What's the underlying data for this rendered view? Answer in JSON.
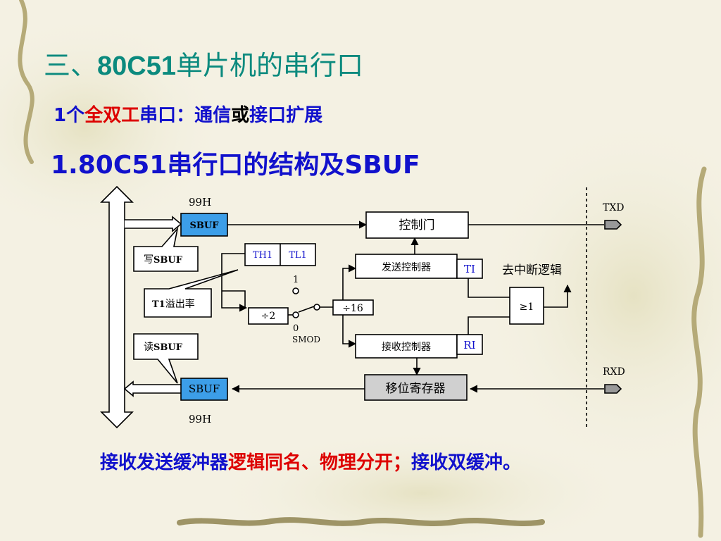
{
  "title": {
    "prefix": "三、",
    "chip": "80C51",
    "suffix": "单片机的串行口"
  },
  "subtitle": {
    "p1": "1个",
    "p2": "全双工",
    "p3": "串口：",
    "p4": "通信",
    "p5": "或",
    "p6": "接口扩展"
  },
  "heading": "1.80C51串行口的结构及SBUF",
  "diagram": {
    "addr_top": "99H",
    "addr_bottom": "99H",
    "sbuf_tx": "SBUF",
    "sbuf_rx": "SBUF",
    "write_sbuf": {
      "a": "写",
      "b": "SBUF"
    },
    "read_sbuf": {
      "a": "读",
      "b": "SBUF"
    },
    "t1_overflow": {
      "a": "T1",
      "b": "溢出率"
    },
    "th1": "TH1",
    "tl1": "TL1",
    "div2": "÷2",
    "div16": "÷16",
    "switch_1": "1",
    "switch_0": "0",
    "smod": "SMOD",
    "control_gate": "控制门",
    "tx_controller": "发送控制器",
    "rx_controller": "接收控制器",
    "ti": "TI",
    "ri": "RI",
    "interrupt_logic": "去中断逻辑",
    "or_gate": "≥1",
    "shift_register": "移位寄存器",
    "txd": "TXD",
    "rxd": "RXD"
  },
  "footer": {
    "p1": "接收发送缓冲器",
    "p2": "逻辑同名、物理分开；",
    "p3": "接收双缓冲。"
  },
  "colors": {
    "title": "#0b8a7e",
    "blue": "#1111cc",
    "red": "#dd0000",
    "sbuf_fill": "#3c9ee8",
    "shift_fill": "#d0d0d0"
  }
}
